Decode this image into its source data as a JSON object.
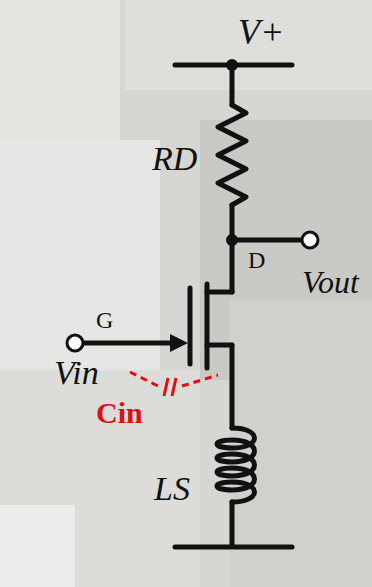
{
  "diagram": {
    "labels": [
      "V+",
      "RD",
      "D",
      "Vout",
      "G",
      "Vin",
      "Cin",
      "LS"
    ]
  }
}
